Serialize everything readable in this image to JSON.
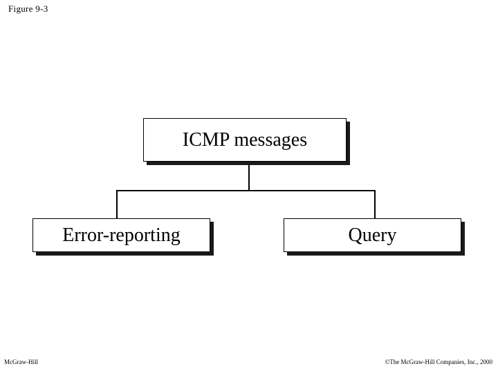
{
  "figure_label": "Figure  9-3",
  "diagram": {
    "root": "ICMP messages",
    "children": [
      "Error-reporting",
      "Query"
    ]
  },
  "footer": {
    "publisher": "McGraw-Hill",
    "copyright": "©The McGraw-Hill Companies, Inc., 2000"
  }
}
